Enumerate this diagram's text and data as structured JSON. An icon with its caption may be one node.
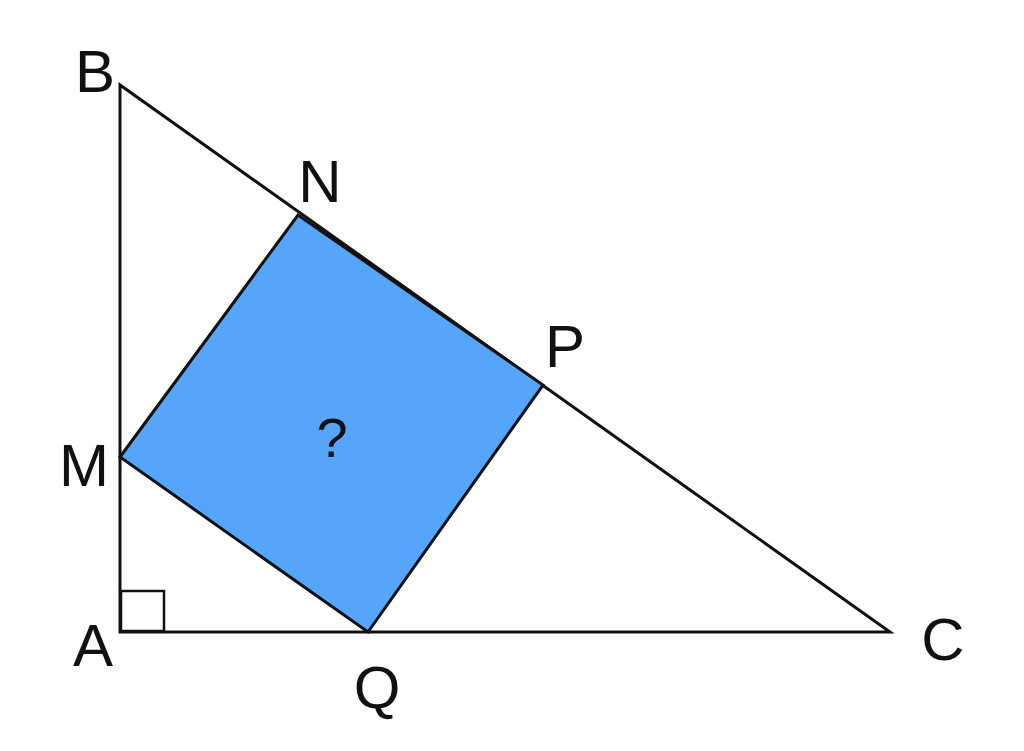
{
  "diagram": {
    "nodes": [
      {
        "text": [
          "?"
        ]
      }
    ],
    "labels": [
      "B",
      "N",
      "P",
      "M",
      "A",
      "Q",
      "C"
    ]
  }
}
